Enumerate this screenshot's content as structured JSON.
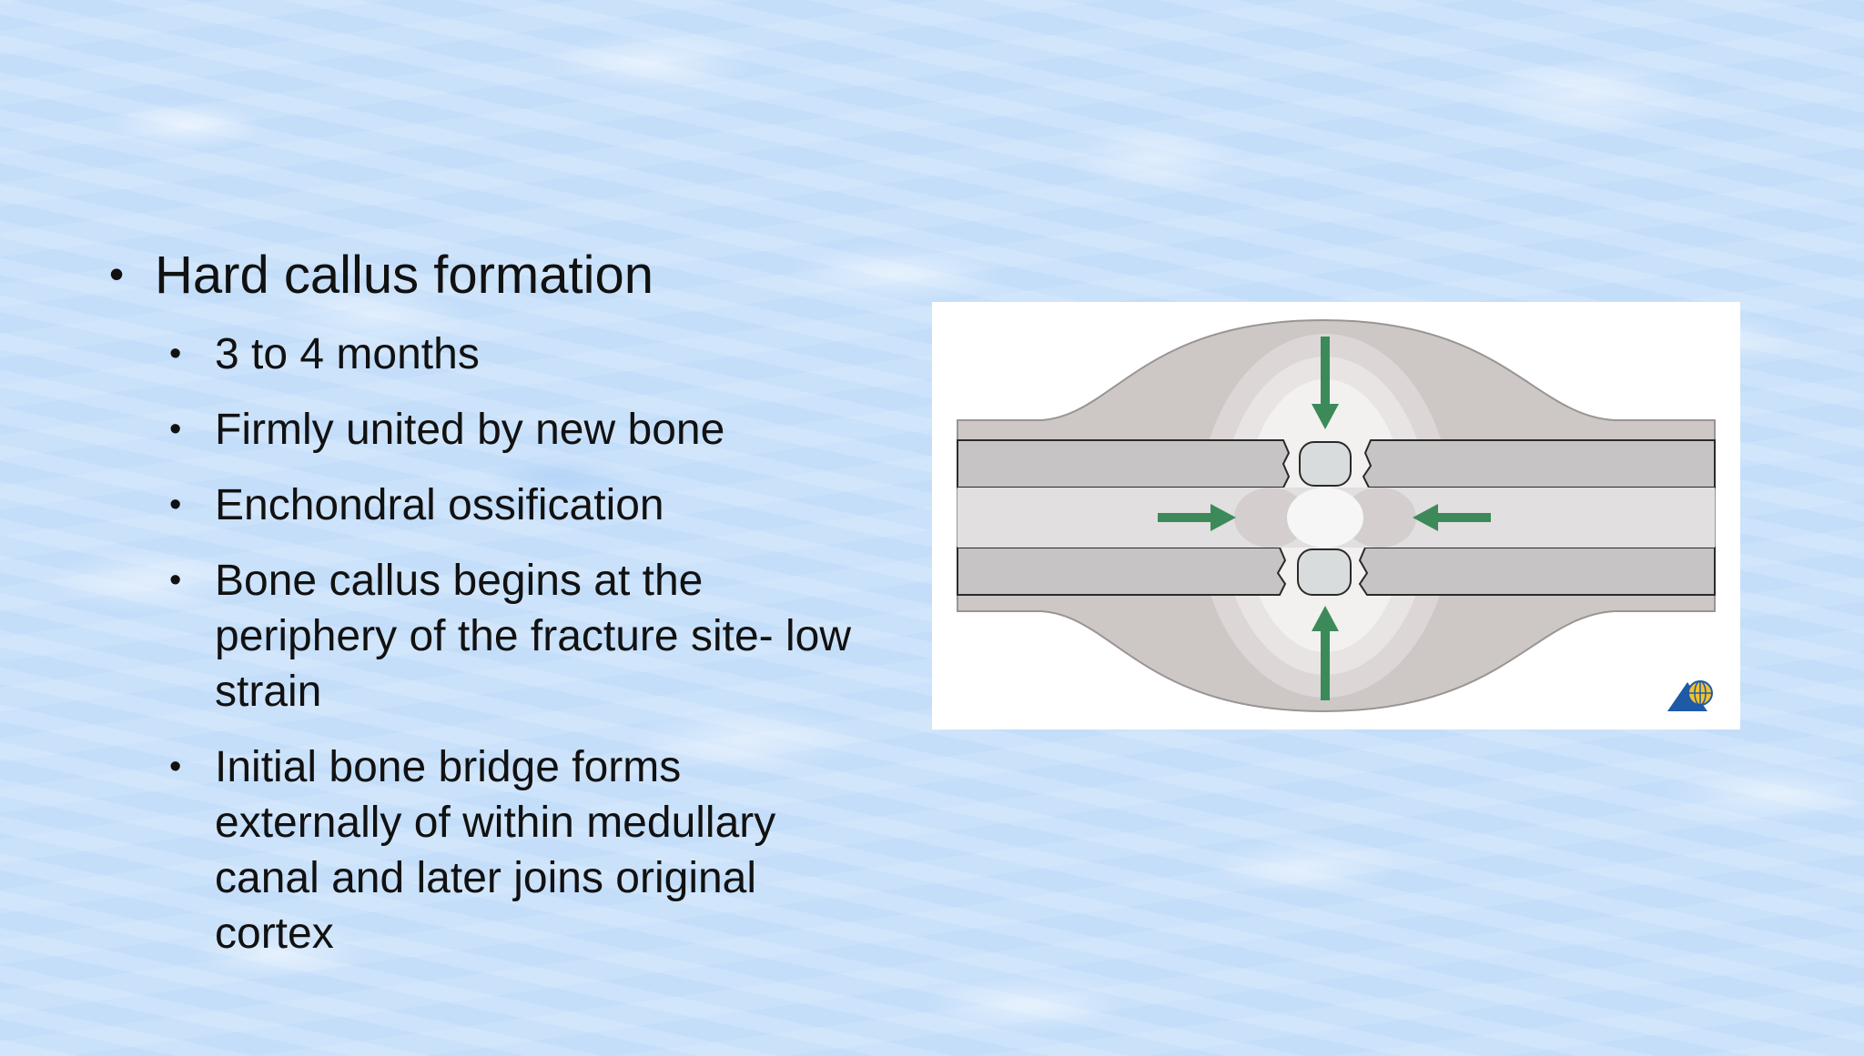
{
  "slide": {
    "heading": "Hard callus formation",
    "bullets": [
      "3 to 4 months",
      "Firmly united by new bone",
      "Enchondral ossification",
      "Bone callus begins at the periphery of the fracture site- low strain",
      "Initial bone bridge forms externally of within medullary canal and later joins original cortex"
    ]
  },
  "figure": {
    "arrow_color": "#3c8a5a",
    "callus_color": "#cbc5c4",
    "cortex_color": "#c8c6c6",
    "logo_icon": "ao-foundation-logo"
  }
}
